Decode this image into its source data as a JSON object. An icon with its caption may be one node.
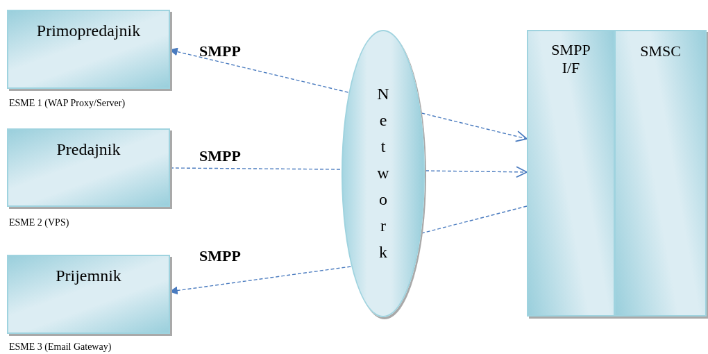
{
  "diagram": {
    "nodes": [
      {
        "text": [
          "Primopredajnik"
        ],
        "beside": [
          "ESME 1 (WAP Proxy/Server)"
        ]
      },
      {
        "text": [
          "Predajnik"
        ],
        "beside": [
          "ESME 2 (VPS)"
        ]
      },
      {
        "text": [
          "Prijemnik"
        ],
        "beside": [
          "ESME 3 (Email Gateway)"
        ]
      },
      {
        "text": [
          "Network"
        ]
      },
      {
        "text": [
          "SMPP I/F"
        ]
      },
      {
        "text": [
          "SMSC"
        ]
      }
    ],
    "edges": [
      {
        "from": 3,
        "to": 0,
        "arrow": "to",
        "label": "SMPP",
        "style": "dashed"
      },
      {
        "from": 3,
        "to": 4,
        "arrow": "to",
        "style": "dashed"
      },
      {
        "from": 1,
        "to": 3,
        "arrow": "none",
        "label": "SMPP",
        "style": "dashed"
      },
      {
        "from": 3,
        "to": 4,
        "arrow": "to",
        "style": "dashed"
      },
      {
        "from": 4,
        "to": 3,
        "arrow": "none",
        "style": "dashed"
      },
      {
        "from": 3,
        "to": 2,
        "arrow": "to",
        "label": "SMPP",
        "style": "dashed"
      }
    ]
  }
}
